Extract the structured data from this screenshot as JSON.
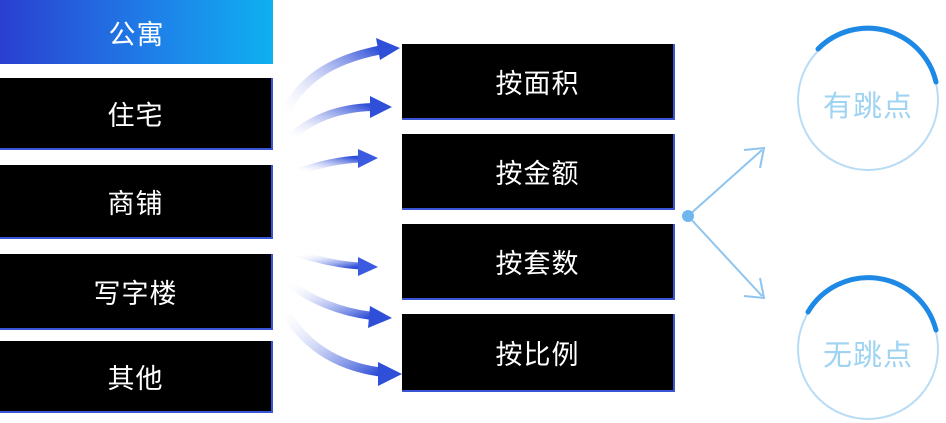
{
  "property_types": [
    {
      "label": "公寓",
      "active": true
    },
    {
      "label": "住宅",
      "active": false
    },
    {
      "label": "商铺",
      "active": false
    },
    {
      "label": "写字楼",
      "active": false
    },
    {
      "label": "其他",
      "active": false
    }
  ],
  "billing_methods": [
    {
      "label": "按面积"
    },
    {
      "label": "按金额"
    },
    {
      "label": "按套数"
    },
    {
      "label": "按比例"
    }
  ],
  "outcomes": [
    {
      "label": "有跳点"
    },
    {
      "label": "无跳点"
    }
  ],
  "colors": {
    "accent_blue": "#3a55d6",
    "gradient_start": "#2a3fd0",
    "gradient_end": "#0fb0f0",
    "outcome_text": "#9fd3f2",
    "connector": "#8ec4ee"
  }
}
